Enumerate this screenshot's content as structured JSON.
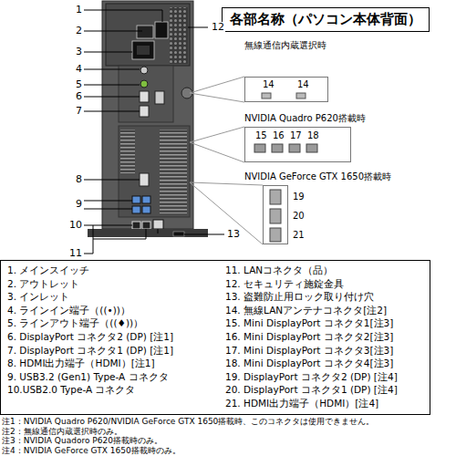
{
  "diagram": {
    "title": "各部名称（パソコン本体背面）",
    "nodes": [
      {
        "text": [
          "無線通信内蔵選択時"
        ]
      },
      {
        "text": [
          "NVIDIA Quadro P620搭載時"
        ]
      },
      {
        "text": [
          "NVIDIA GeForce GTX 1650搭載時"
        ]
      },
      {
        "text": [
          "1. メインスイッチ",
          "2. アウトレット",
          "3. インレット",
          "4. ラインイン端子（((•))）",
          "5. ラインアウト端子（((♦))）",
          "6. DisplayPort コネクタ2 (DP) [注1]",
          "7. DisplayPort コネクタ1 (DP) [注1]",
          "8. HDMI出力端子（HDMI）[注1]",
          "9. USB3.2 (Gen1) Type-A コネクタ",
          "10.USB2.0 Type-A コネクタ",
          "11. LANコネクタ（品）",
          "12. セキュリティ施錠金具",
          "13. 盗難防止用ロック取り付け穴",
          "14. 無線LANアンテナコネクタ[注2]",
          "15. Mini DisplayPort コネクタ1[注3]",
          "16. Mini DisplayPort コネクタ2[注3]",
          "17. Mini DisplayPort コネクタ3[注3]",
          "18. Mini DisplayPort コネクタ4[注3]",
          "19. DisplayPort コネクタ2 (DP) [注4]",
          "20. DisplayPort コネクタ1 (DP) [注4]",
          "21. HDMI出力端子（HDMI）[注4]"
        ]
      }
    ],
    "labels": [
      "1",
      "2",
      "3",
      "4",
      "5",
      "6",
      "7",
      "8",
      "9",
      "10",
      "11",
      "12",
      "13",
      "14",
      "14",
      "15",
      "16",
      "17",
      "18",
      "19",
      "20",
      "21",
      "注1：NVIDIA Quadro P620/NVIDIA GeForce GTX 1650搭載時、このコネクタは使用できません。",
      "注2：無線通信内蔵選択時のみ。",
      "注3：NVIDIA Quadoro P620搭載時のみ。",
      "注4：NVIDIA GeForce GTX 1650搭載時のみ。"
    ]
  }
}
